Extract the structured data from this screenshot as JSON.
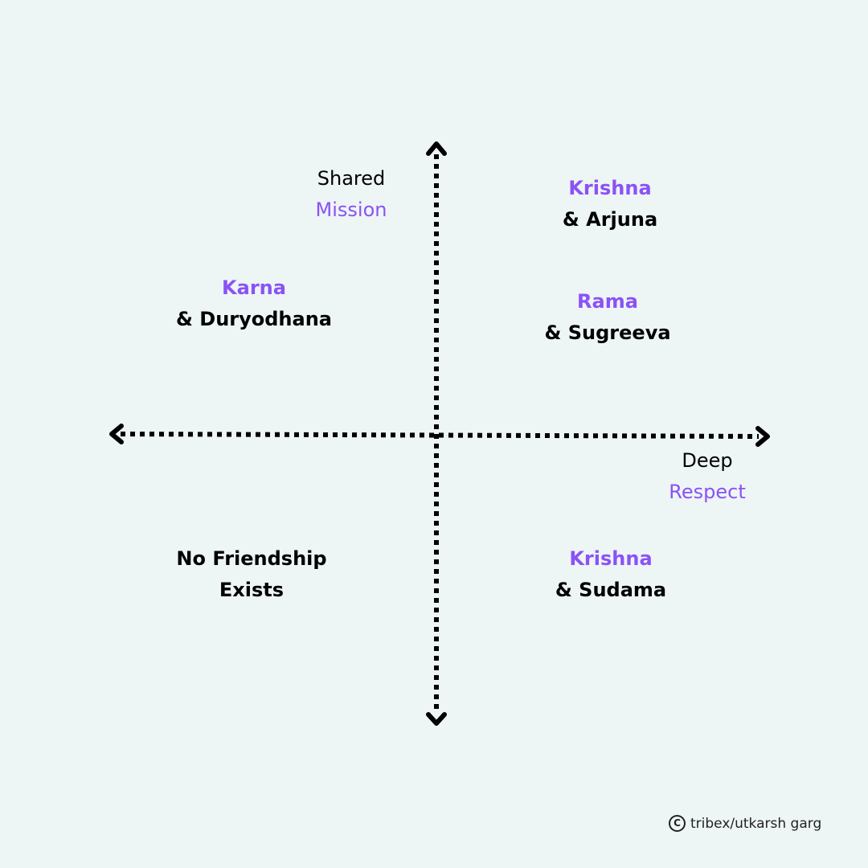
{
  "axes": {
    "vertical": {
      "label_line1": "Shared",
      "label_line2": "Mission"
    },
    "horizontal": {
      "label_line1": "Deep",
      "label_line2": "Respect"
    }
  },
  "quadrants": {
    "top_left": {
      "line1": "Karna",
      "line2": "& Duryodhana"
    },
    "top_right_1": {
      "line1": "Krishna",
      "line2": "& Arjuna"
    },
    "top_right_2": {
      "line1": "Rama",
      "line2": "& Sugreeva"
    },
    "bottom_left": {
      "line1": "No Friendship",
      "line2": "Exists"
    },
    "bottom_right": {
      "line1": "Krishna",
      "line2": "& Sudama"
    }
  },
  "credit": {
    "icon": "copyright-icon",
    "text": "tribex/utkarsh garg"
  },
  "colors": {
    "background": "#edf5f5",
    "accent": "#8b52f6",
    "text": "#000000"
  }
}
